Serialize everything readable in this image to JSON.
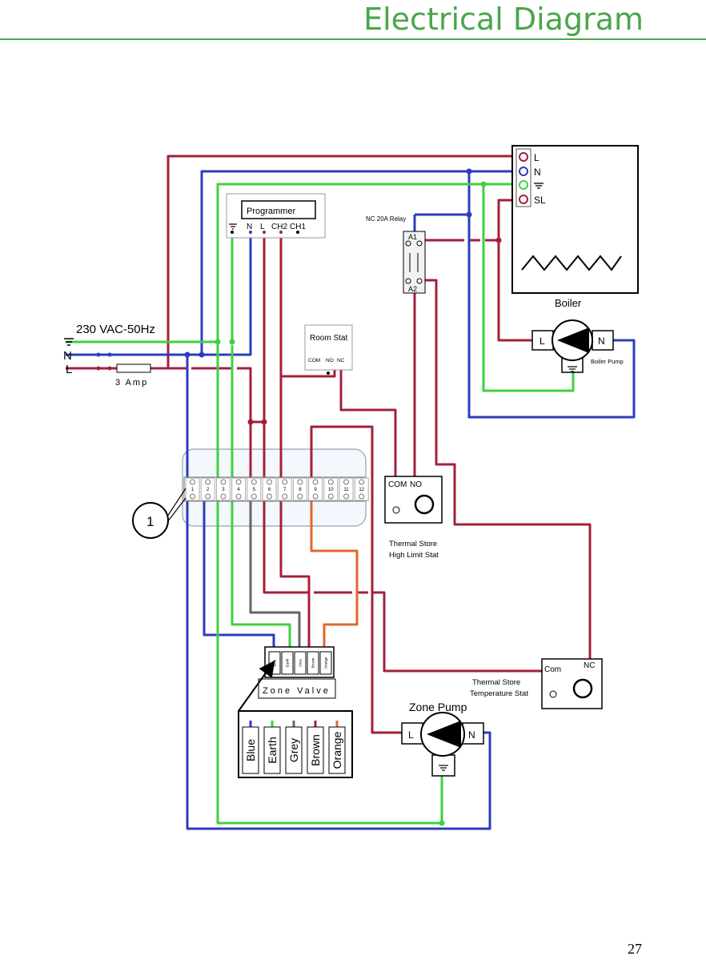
{
  "header": {
    "title": "Electrical Diagram"
  },
  "page_number": "27",
  "supply": {
    "label": "230 VAC-50Hz",
    "neutral": "N",
    "live": "L",
    "fuse": "3 Amp"
  },
  "boiler": {
    "title": "Boiler",
    "terminals": [
      "L",
      "N",
      "SL"
    ]
  },
  "relay": {
    "label": "NC 20A Relay",
    "a1": "A1",
    "a2": "A2"
  },
  "programmer": {
    "title": "Programmer",
    "terminals": [
      "N",
      "L",
      "CH2",
      "CH1"
    ]
  },
  "room_stat": {
    "title": "Room Stat",
    "terminals": [
      "COM",
      "NO",
      "NC"
    ]
  },
  "boiler_pump": {
    "label": "Boiler Pump",
    "l": "L",
    "n": "N"
  },
  "high_limit_stat": {
    "com": "COM",
    "no": "NO",
    "line1": "Thermal Store",
    "line2": "High Limit Stat"
  },
  "temperature_stat": {
    "com": "Com",
    "nc": "NC",
    "line1": "Thermal Store",
    "line2": "Temperature Stat"
  },
  "zone_pump": {
    "title": "Zone Pump",
    "l": "L",
    "n": "N"
  },
  "terminal_strip": {
    "callout": "1",
    "numbers": [
      "1",
      "2",
      "3",
      "4",
      "5",
      "6",
      "7",
      "8",
      "9",
      "10",
      "11",
      "12"
    ]
  },
  "zone_valve": {
    "label": "Zone Valve",
    "wires": [
      "Blue",
      "Earth",
      "Grey",
      "Brown",
      "Orange"
    ]
  },
  "legend": {
    "wires": [
      "Blue",
      "Earth",
      "Grey",
      "Brown",
      "Orange"
    ]
  },
  "colors": {
    "live": "#a3203a",
    "neutral": "#2c3cbf",
    "earth": "#3fd13f",
    "grey": "#666666",
    "orange": "#e0682a",
    "accent": "#4aa64a"
  }
}
